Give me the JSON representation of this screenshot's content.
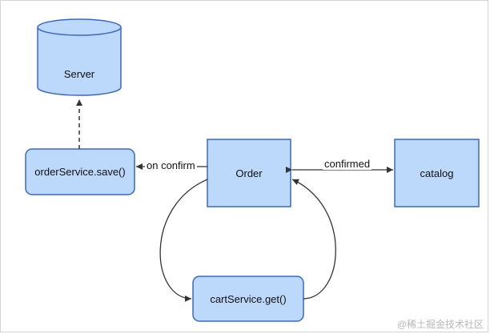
{
  "nodes": {
    "server": {
      "label": "Server"
    },
    "order_service_save": {
      "label": "orderService.save()"
    },
    "order": {
      "label": "Order"
    },
    "catalog": {
      "label": "catalog"
    },
    "cart_service_get": {
      "label": "cartService.get()"
    }
  },
  "edges": {
    "on_confirm": {
      "label": "on confirm"
    },
    "confirmed": {
      "label": "confirmed"
    }
  },
  "watermark": "@稀土掘金技术社区",
  "colors": {
    "node_fill": "#bcd8fb",
    "node_stroke": "#3a68c4",
    "edge": "#333333"
  }
}
